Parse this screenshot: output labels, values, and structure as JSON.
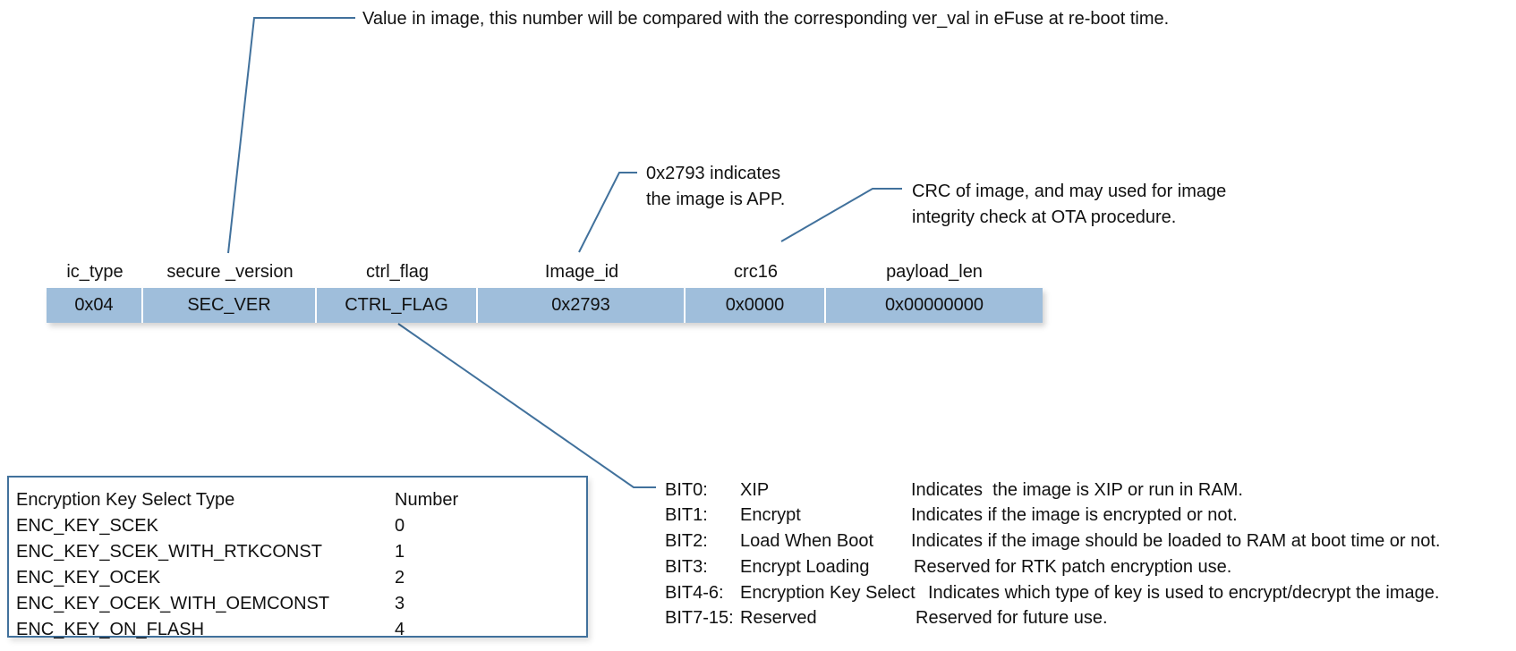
{
  "callouts": {
    "secure_version_note": "Value in image, this number will be compared with the corresponding ver_val in eFuse at re-boot time.",
    "image_id_note_line1": "0x2793 indicates",
    "image_id_note_line2": "the image is APP.",
    "crc_note_line1": "CRC of image, and may used for image",
    "crc_note_line2": "integrity check at OTA procedure."
  },
  "header_fields": [
    {
      "name": "ic_type",
      "value": "0x04"
    },
    {
      "name": "secure _version",
      "value": "SEC_VER"
    },
    {
      "name": "ctrl_flag",
      "value": "CTRL_FLAG"
    },
    {
      "name": "Image_id",
      "value": "0x2793"
    },
    {
      "name": "crc16",
      "value": "0x0000"
    },
    {
      "name": "payload_len",
      "value": "0x00000000"
    }
  ],
  "enc_key_table": {
    "col_type": "Encryption Key Select Type",
    "col_number": "Number",
    "rows": [
      {
        "type": "ENC_KEY_SCEK",
        "number": "0"
      },
      {
        "type": "ENC_KEY_SCEK_WITH_RTKCONST",
        "number": "1"
      },
      {
        "type": "ENC_KEY_OCEK",
        "number": "2"
      },
      {
        "type": "ENC_KEY_OCEK_WITH_OEMCONST",
        "number": "3"
      },
      {
        "type": "ENC_KEY_ON_FLASH",
        "number": "4"
      }
    ]
  },
  "ctrl_flag_bits": [
    {
      "bit": "BIT0:",
      "name": "XIP",
      "desc": "Indicates  the image is XIP or run in RAM."
    },
    {
      "bit": "BIT1:",
      "name": "Encrypt",
      "desc": "Indicates if the image is encrypted or not."
    },
    {
      "bit": "BIT2:",
      "name": "Load When Boot",
      "desc": "Indicates if the image should be loaded to RAM at boot time or not."
    },
    {
      "bit": "BIT3:",
      "name": "Encrypt Loading",
      "desc": "Reserved for RTK patch encryption use."
    },
    {
      "bit": "BIT4-6:",
      "name": "Encryption Key Select",
      "desc": "Indicates which type of key is used to encrypt/decrypt the image."
    },
    {
      "bit": "BIT7-15:",
      "name": "Reserved",
      "desc": "Reserved for future use."
    }
  ],
  "colors": {
    "cell_fill": "#9fbedb",
    "line": "#41719c",
    "box_border": "#41719c"
  }
}
